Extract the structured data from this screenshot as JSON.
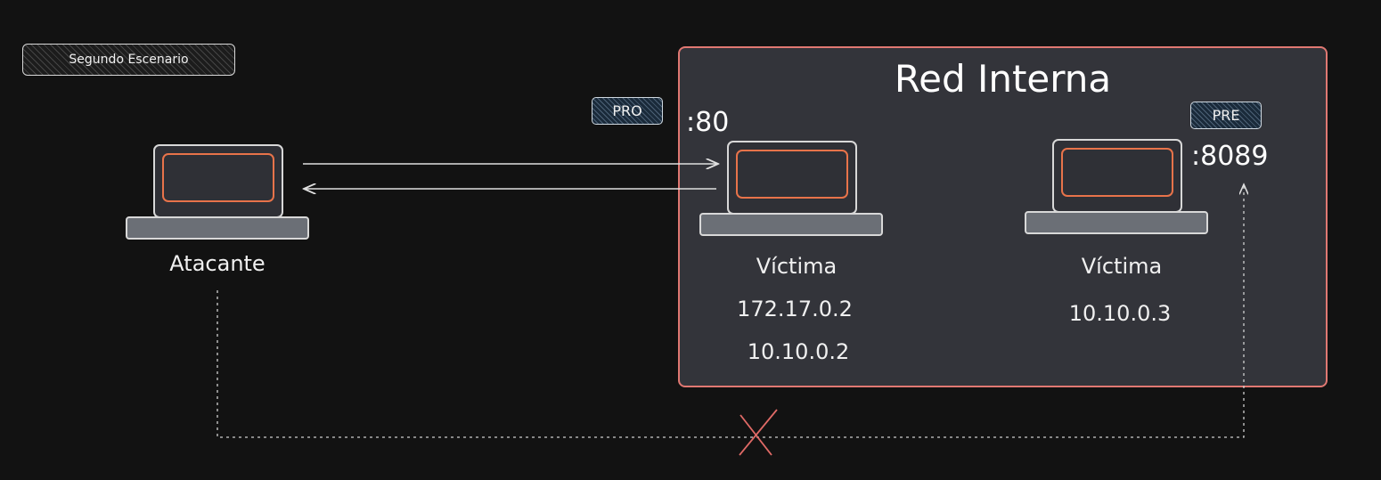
{
  "scenario_label": "Segundo Escenario",
  "network": {
    "title": "Red Interna",
    "border_color": "#e07872",
    "fill_color": "#33343a"
  },
  "attacker": {
    "label": "Atacante"
  },
  "victim_pro": {
    "tag": "PRO",
    "port": ":80",
    "label": "Víctima",
    "ips": [
      "172.17.0.2",
      "10.10.0.2"
    ]
  },
  "victim_pre": {
    "tag": "PRE",
    "port": ":8089",
    "label": "Víctima",
    "ips": [
      "10.10.0.3"
    ]
  },
  "colors": {
    "background": "#121212",
    "laptop_display_border": "#e8734a",
    "blocked_mark": "#e06a66",
    "connector": "#e0e0e0"
  },
  "icons": {
    "laptop": "laptop-icon",
    "blocked": "cross-icon"
  }
}
